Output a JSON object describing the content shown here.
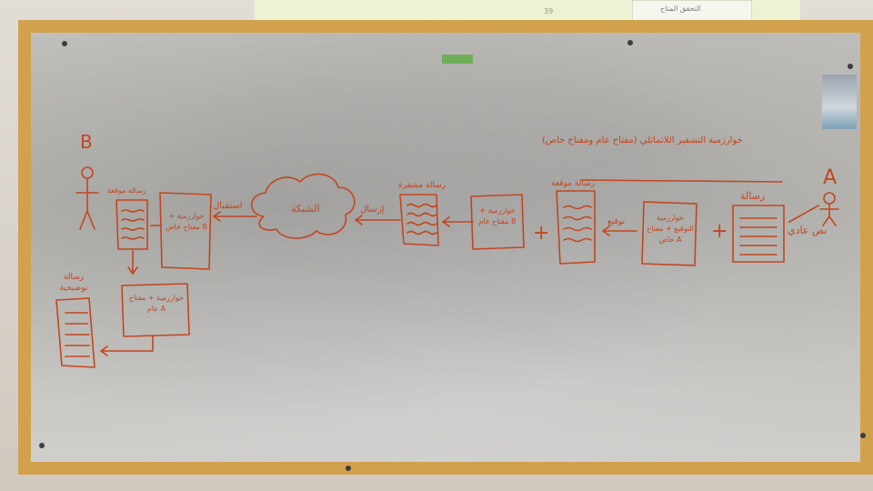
{
  "projection": {
    "slide_title": "التحقق المتاح",
    "slide_number": "39"
  },
  "whiteboard": {
    "title": "خوارزمية التشفير اللاتماثلي (مفتاح عام ومفتاح خاص)",
    "sender_label": "A",
    "receiver_label": "B",
    "plain_text_label_right": "نص عادي",
    "message_label": "رسالة",
    "plus": "+",
    "encrypt_algo": "خوارزمية التوقيع + مفتاح خاص A",
    "sign_label": "توقيع",
    "signed_message": "رسالة موقعة",
    "encrypt_pub_b": "خوارزمية + مفتاح عام B",
    "encrypted_message": "رسالة مشفرة",
    "send_label": "إرسال",
    "network_label": "الشبكة",
    "receive_label": "استقبال",
    "decrypt_priv_b": "خوارزمية + مفتاح خاص B",
    "received_label": "رسالة موقعة",
    "verify_pub_a": "خوارزمية + مفتاح عام A",
    "final_message": "رسالة توضيحية",
    "pen_color": "#c2461f"
  }
}
